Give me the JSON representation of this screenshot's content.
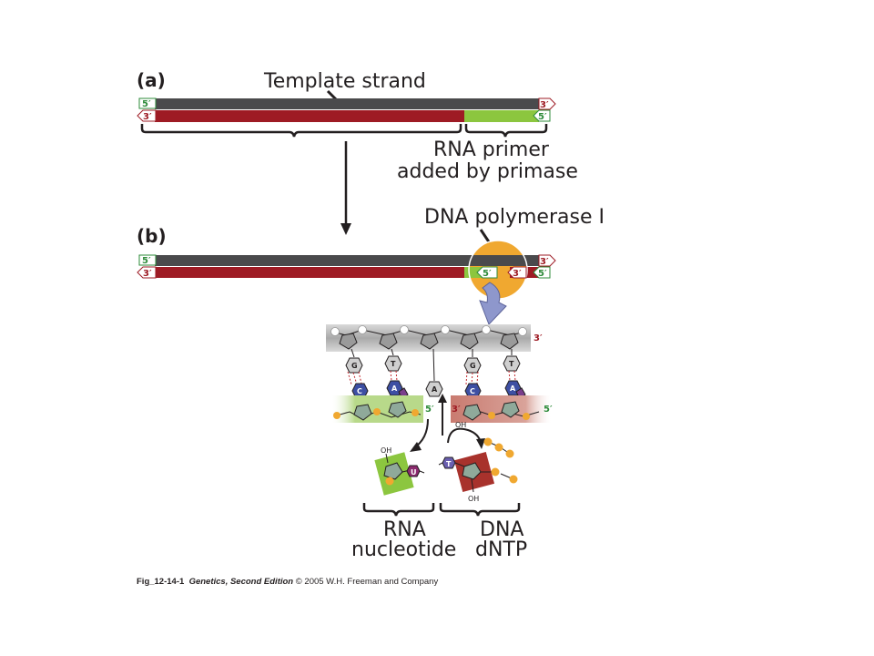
{
  "panel_a": {
    "label": "(a)",
    "template_label": "Template strand",
    "primer_label_line1": "RNA primer",
    "primer_label_line2": "added by primase",
    "top_left_end": "5′",
    "top_right_end": "3′",
    "bottom_left_end": "3′",
    "bottom_right_end": "5′"
  },
  "panel_b": {
    "label": "(b)",
    "enzyme_label": "DNA polymerase I",
    "top_left_end": "5′",
    "top_right_end": "3′",
    "bottom_left_end": "3′",
    "bottom_right_end": "5′",
    "inner_primer_end": "5′",
    "inner_dna_end": "3′"
  },
  "detail": {
    "top_end": "3′",
    "left_lower_end": "5′",
    "right_lower_left_end": "3′",
    "right_lower_right_end": "5′",
    "top_bases": [
      "G",
      "T",
      "A",
      "G",
      "T"
    ],
    "bottom_bases": [
      "C",
      "A",
      "C",
      "A"
    ],
    "oh_new": "OH",
    "rna_oh": "OH",
    "rna_base": "U",
    "dntp_base": "T",
    "dntp_oh": "OH",
    "rna_bracket_line1": "RNA",
    "rna_bracket_line2": "nucleotide",
    "dna_bracket_line1": "DNA",
    "dna_bracket_line2": "dNTP"
  },
  "caption": {
    "fig": "Fig_12-14-1",
    "book": "Genetics, Second Edition",
    "rest": "© 2005 W.H. Freeman and Company"
  },
  "colors": {
    "template_gray": "#4a4a4c",
    "dna_red": "#9e1b24",
    "rna_green": "#8cc63f",
    "polymerase_orange": "#f0a830",
    "arrow_blue": "#8e97cc"
  }
}
